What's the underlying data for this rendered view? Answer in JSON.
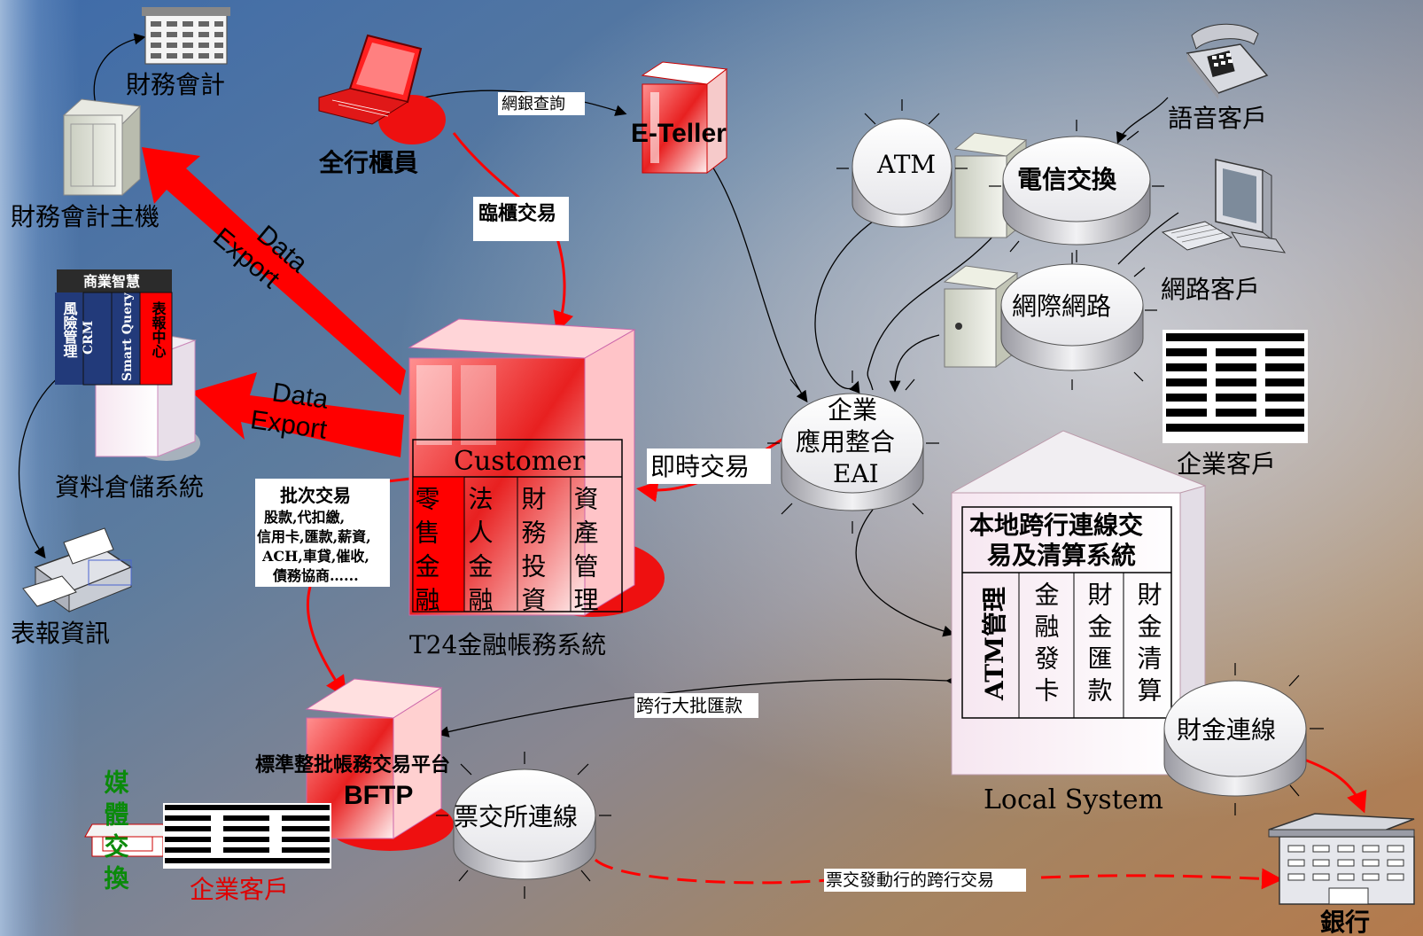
{
  "nodes": {
    "finance_accounting": "財務會計",
    "finance_host": "財務會計主機",
    "all_tellers": "全行櫃員",
    "eteller": "E-Teller",
    "voice_customer": "語音客戶",
    "atm": "ATM",
    "telecom_switch": "電信交換",
    "network_customer": "網路客戶",
    "internet": "網際網路",
    "enterprise_customer_right": "企業客戶",
    "bi_title": "商業智慧",
    "bi_modules": [
      "風險管理",
      "CRM",
      "Smart Query",
      "表報中心"
    ],
    "data_warehouse": "資料倉儲系統",
    "report_info": "表報資訊",
    "eai": [
      "企業",
      "應用整合",
      "EAI"
    ],
    "t24_customer": "Customer",
    "t24_modules": [
      "零售金融",
      "法人金融",
      "財務投資",
      "資產管理"
    ],
    "t24": "T24金融帳務系統",
    "local_title": [
      "本地跨行連線交",
      "易及清算系統"
    ],
    "local_modules": [
      "ATM管理",
      "金融發卡",
      "財金匯款",
      "財金清算"
    ],
    "local_system": "Local System",
    "fisc_link": "財金連線",
    "bftp_title": "標準整批帳務交易平台",
    "bftp": "BFTP",
    "clearing_link": "票交所連線",
    "media_exchange": "媒體交換",
    "enterprise_customer_left": "企業客戶",
    "bank": "銀行"
  },
  "edges": {
    "online_query": "網銀查詢",
    "counter_txn": "臨櫃交易",
    "realtime_txn": "即時交易",
    "data_export_1": [
      "Data",
      "Export"
    ],
    "data_export_2": [
      "Data",
      "Export"
    ],
    "batch_txn": [
      "批次交易",
      "股款,代扣繳,",
      "信用卡,匯款,薪資,",
      "ACH,車貸,催收,",
      "債務協商…..."
    ],
    "interbank_bulk": "跨行大批匯款",
    "clearing_interbank": "票交發動行的跨行交易"
  },
  "colors": {
    "accent_red": "#ff0000",
    "server_red": "#e83030",
    "disk_gray": "#d8d8dc",
    "media_green": "#0a8a0a",
    "black": "#000000"
  }
}
